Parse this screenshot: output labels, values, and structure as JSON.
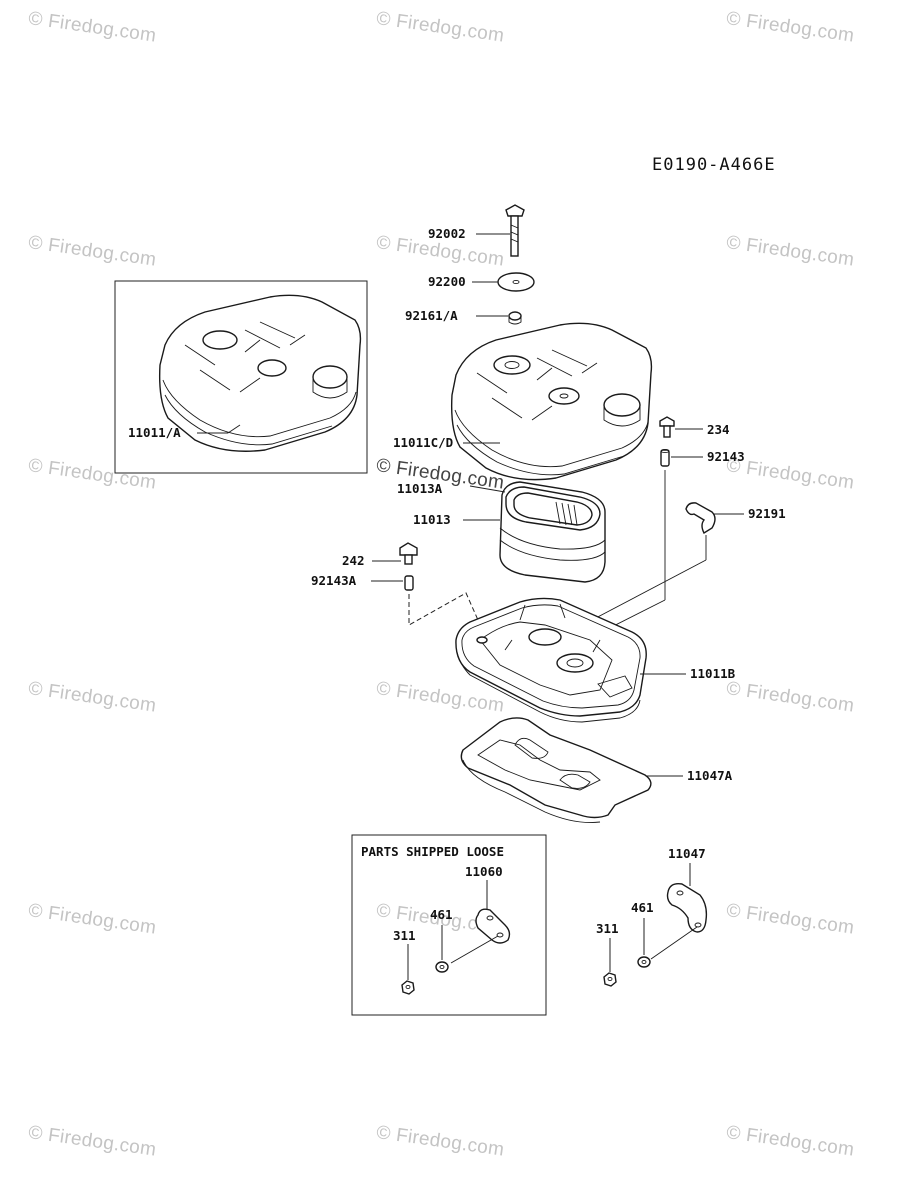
{
  "diagram": {
    "code": "E0190-A466E",
    "watermark": "© Firedog.com",
    "loose_box_title": "PARTS SHIPPED LOOSE",
    "labels": {
      "p92002": "92002",
      "p92200": "92200",
      "p92161A": "92161/A",
      "p11011A": "11011/A",
      "p11011CD": "11011C/D",
      "p234": "234",
      "p92143": "92143",
      "p11013A": "11013A",
      "p11013": "11013",
      "p92191": "92191",
      "p242": "242",
      "p92143A": "92143A",
      "p11011B": "11011B",
      "p11047A": "11047A",
      "p11060": "11060",
      "p461_loose": "461",
      "p311_loose": "311",
      "p11047": "11047",
      "p461": "461",
      "p311": "311"
    }
  }
}
